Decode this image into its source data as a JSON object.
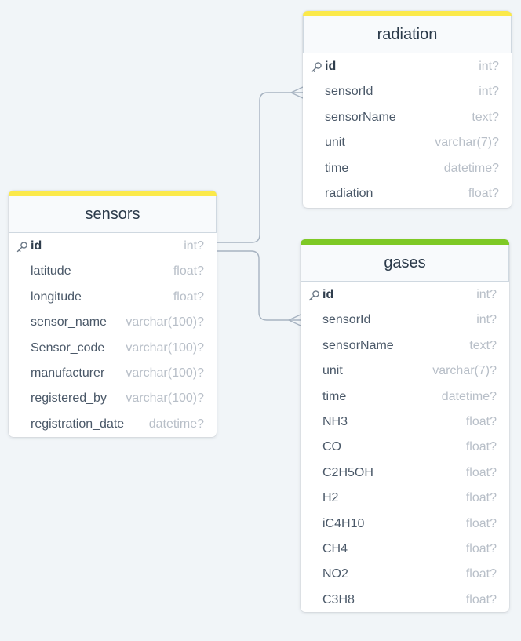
{
  "colors": {
    "yellow_accent": "#fbe94a",
    "green_accent": "#7ec925",
    "connector": "#a7b3c1"
  },
  "tables": {
    "radiation": {
      "name": "radiation",
      "columns": [
        {
          "name": "id",
          "type": "int?",
          "pk": true
        },
        {
          "name": "sensorId",
          "type": "int?"
        },
        {
          "name": "sensorName",
          "type": "text?"
        },
        {
          "name": "unit",
          "type": "varchar(7)?"
        },
        {
          "name": "time",
          "type": "datetime?"
        },
        {
          "name": "radiation",
          "type": "float?"
        }
      ]
    },
    "sensors": {
      "name": "sensors",
      "columns": [
        {
          "name": "id",
          "type": "int?",
          "pk": true
        },
        {
          "name": "latitude",
          "type": "float?"
        },
        {
          "name": "longitude",
          "type": "float?"
        },
        {
          "name": "sensor_name",
          "type": "varchar(100)?"
        },
        {
          "name": "Sensor_code",
          "type": "varchar(100)?"
        },
        {
          "name": "manufacturer",
          "type": "varchar(100)?"
        },
        {
          "name": "registered_by",
          "type": "varchar(100)?"
        },
        {
          "name": "registration_date",
          "type": "datetime?"
        }
      ]
    },
    "gases": {
      "name": "gases",
      "columns": [
        {
          "name": "id",
          "type": "int?",
          "pk": true
        },
        {
          "name": "sensorId",
          "type": "int?"
        },
        {
          "name": "sensorName",
          "type": "text?"
        },
        {
          "name": "unit",
          "type": "varchar(7)?"
        },
        {
          "name": "time",
          "type": "datetime?"
        },
        {
          "name": "NH3",
          "type": "float?"
        },
        {
          "name": "CO",
          "type": "float?"
        },
        {
          "name": "C2H5OH",
          "type": "float?"
        },
        {
          "name": "H2",
          "type": "float?"
        },
        {
          "name": "iC4H10",
          "type": "float?"
        },
        {
          "name": "CH4",
          "type": "float?"
        },
        {
          "name": "NO2",
          "type": "float?"
        },
        {
          "name": "C3H8",
          "type": "float?"
        }
      ]
    }
  }
}
